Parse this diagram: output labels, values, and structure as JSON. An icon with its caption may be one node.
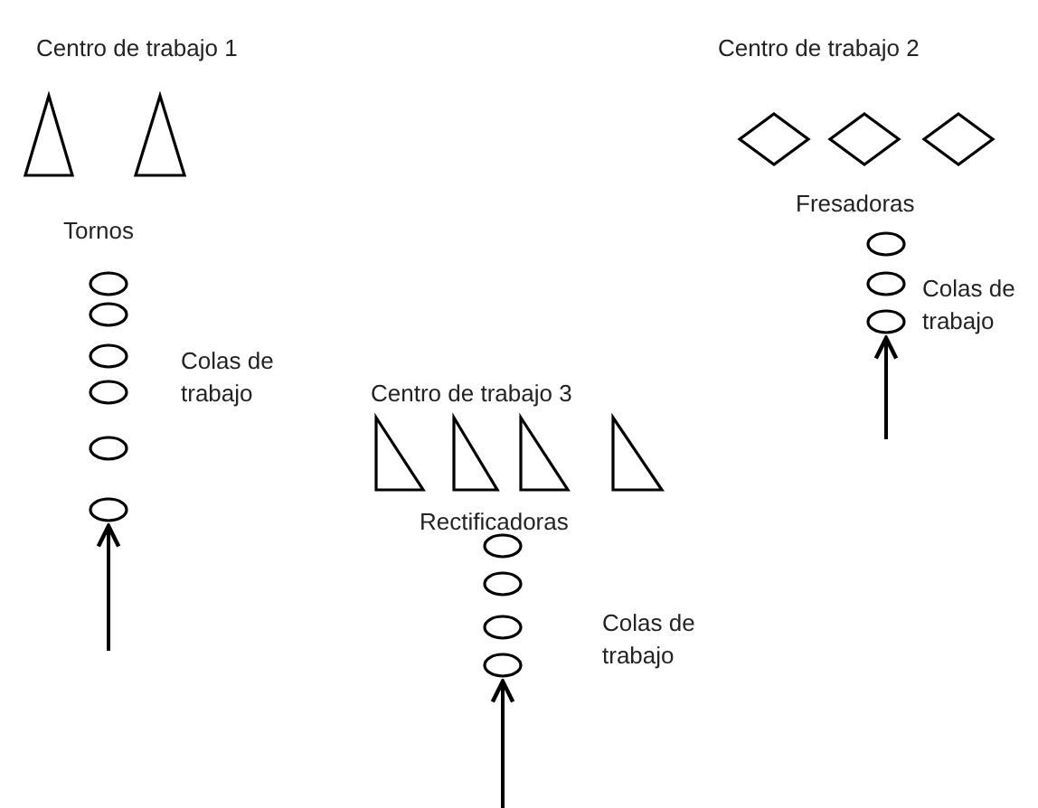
{
  "diagram": {
    "nodes": [
      {
        "text": [],
        "shape": "triangle"
      },
      {
        "text": [],
        "shape": "triangle"
      },
      {
        "text": [],
        "shape": "ellipse"
      },
      {
        "text": [],
        "shape": "ellipse"
      },
      {
        "text": [],
        "shape": "ellipse"
      },
      {
        "text": [],
        "shape": "ellipse"
      },
      {
        "text": [],
        "shape": "ellipse"
      },
      {
        "text": [],
        "shape": "ellipse"
      },
      {
        "text": [],
        "shape": "diamond"
      },
      {
        "text": [],
        "shape": "diamond"
      },
      {
        "text": [],
        "shape": "diamond"
      },
      {
        "text": [],
        "shape": "ellipse"
      },
      {
        "text": [],
        "shape": "ellipse"
      },
      {
        "text": [],
        "shape": "ellipse"
      },
      {
        "text": [],
        "shape": "triangle"
      },
      {
        "text": [],
        "shape": "triangle"
      },
      {
        "text": [],
        "shape": "triangle"
      },
      {
        "text": [],
        "shape": "triangle"
      },
      {
        "text": [],
        "shape": "ellipse"
      },
      {
        "text": [],
        "shape": "ellipse"
      },
      {
        "text": [],
        "shape": "ellipse"
      },
      {
        "text": [],
        "shape": "ellipse"
      }
    ],
    "edges": [
      {
        "from": null,
        "to": 7,
        "arrow": "to"
      },
      {
        "from": null,
        "to": 13,
        "arrow": "to"
      },
      {
        "from": null,
        "to": 21,
        "arrow": "to"
      }
    ],
    "labels": [
      "Centro de trabajo 1",
      "Centro de trabajo 2",
      "Fresadoras",
      "Tornos",
      "Colas de trabajo",
      "Colas de trabajo",
      "Centro de trabajo 3",
      "Rectificadoras",
      "Colas de trabajo"
    ]
  }
}
